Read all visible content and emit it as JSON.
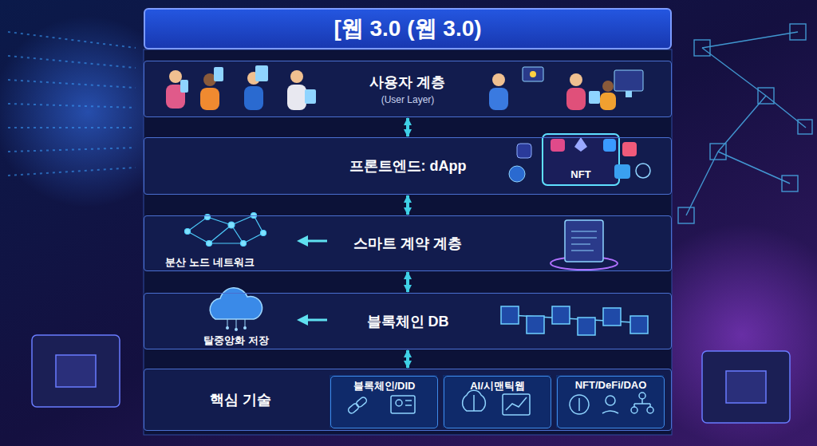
{
  "diagram": {
    "title": "[웹 3.0 (웹 3.0)",
    "nodes": [
      {
        "text": [
          "사용자 계층",
          "(User Layer)"
        ]
      },
      {
        "text": [
          "프론트엔드: dApp"
        ]
      },
      {
        "text": [
          "스마트 계약 계층"
        ]
      },
      {
        "text": [
          "블록체인 DB"
        ]
      },
      {
        "text": [
          "핵심 기술"
        ]
      },
      {
        "text": [
          "블록체인/DID"
        ],
        "in": 4
      },
      {
        "text": [
          "AI/시맨틱웹"
        ],
        "in": 4
      },
      {
        "text": [
          "NFT/DeFi/DAO"
        ],
        "in": 4
      }
    ],
    "edges": [
      {
        "from": 0,
        "to": 1,
        "arrow": "both"
      },
      {
        "from": 1,
        "to": 2,
        "arrow": "both"
      },
      {
        "from": 2,
        "to": 3,
        "arrow": "both"
      },
      {
        "from": 3,
        "to": 4,
        "arrow": "both"
      }
    ],
    "labels": [
      "분산 노드 네트워크",
      "탈중앙화 저장",
      "NFT"
    ]
  }
}
